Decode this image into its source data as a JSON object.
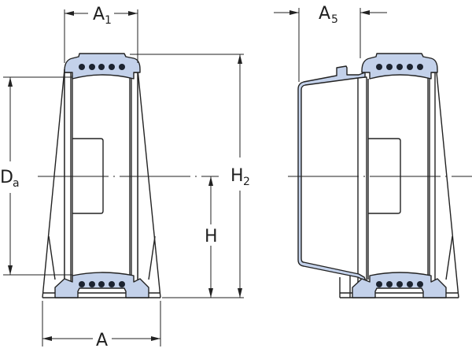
{
  "diagram": {
    "type": "technical-drawing",
    "subject": "Bearing unit cross-section with tapered housing (left) and with end cover (right)",
    "colors": {
      "line": "#222222",
      "bearing_fill": "#c3d1ea",
      "ball": "#1c2330",
      "background": "#ffffff"
    },
    "left_view": {
      "dimensions": {
        "A1": {
          "base": "A",
          "sub": "1"
        },
        "Da": {
          "base": "D",
          "sub": "a"
        },
        "H2": {
          "base": "H",
          "sub": "2"
        },
        "H": {
          "base": "H",
          "sub": ""
        },
        "A": {
          "base": "A",
          "sub": ""
        }
      },
      "balls_per_row": 5
    },
    "right_view": {
      "dimensions": {
        "A5": {
          "base": "A",
          "sub": "5"
        }
      },
      "balls_per_row": 5
    }
  }
}
